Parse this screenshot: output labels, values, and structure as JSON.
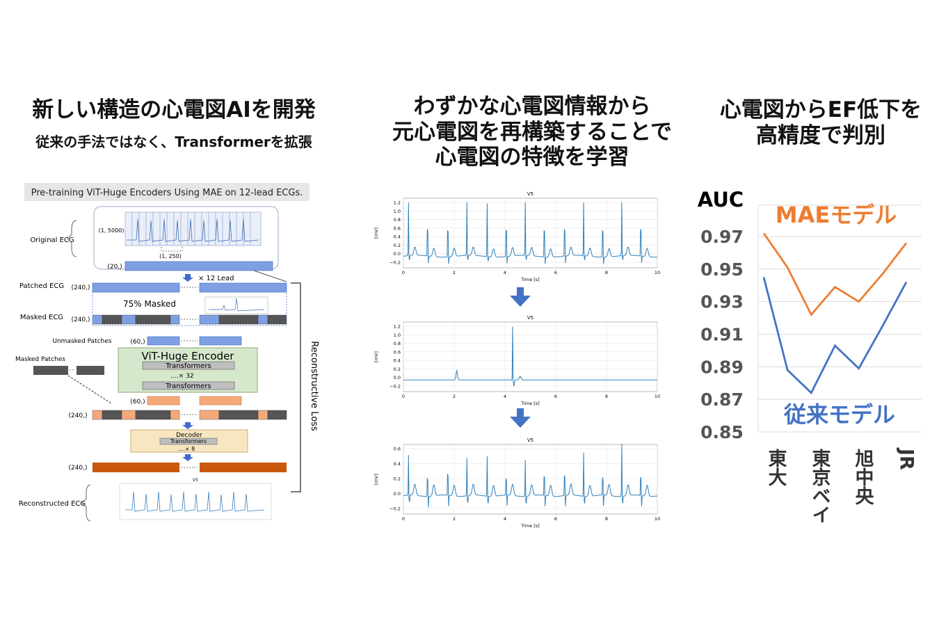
{
  "left": {
    "title": "新しい構造の心電図AIを開発",
    "subtitle": "従来の手法ではなく、Transformerを拡張",
    "diagram": {
      "header": "Pre-training ViT-Huge Encoders Using MAE on 12-lead ECGs.",
      "original_label": "Original ECG",
      "shape_1_5000": "(1, 5000)",
      "shape_1_250": "(1, 250)",
      "shape_20": "(20,)",
      "lead_note": "× 12 Lead",
      "patched_label": "Patched ECG",
      "shape_240": "(240,)",
      "masked_pct": "75% Masked",
      "masked_label": "Masked ECG",
      "unmasked_label": "Unmasked Patches",
      "shape_60": "(60,)",
      "masked_patches_label": "Masked Patches",
      "encoder_title": "ViT-Huge Encoder",
      "transformers": "Transformers",
      "times_32": "....× 32",
      "decoder": "Decoder",
      "times_8": "....× 8",
      "reconstructed_label": "Reconstructed ECG",
      "loss_label": "Reconstructive Loss",
      "v5": "V5"
    }
  },
  "middle": {
    "title_lines": [
      "わずかな心電図情報から",
      "元心電図を再構築することで",
      "心電図の特徴を学習"
    ],
    "plots": [
      {
        "title": "V5",
        "ylabel": "[mV]",
        "xlabel": "Time [s]",
        "yticks": [
          "1.2",
          "1.0",
          "0.8",
          "0.6",
          "0.4",
          "0.2",
          "0.0",
          "−0.2"
        ],
        "xticks": [
          "0",
          "2",
          "4",
          "6",
          "8",
          "10"
        ]
      },
      {
        "title": "V5",
        "ylabel": "[mV]",
        "xlabel": "Time [s]",
        "yticks": [
          "1.2",
          "1.0",
          "0.8",
          "0.6",
          "0.4",
          "0.2",
          "0.0",
          "−0.2"
        ],
        "xticks": [
          "0",
          "2",
          "4",
          "6",
          "8",
          "10"
        ]
      },
      {
        "title": "V5",
        "ylabel": "[mV]",
        "xlabel": "Time [s]",
        "yticks": [
          "0.6",
          "0.4",
          "0.2",
          "0.0",
          "−0.2"
        ],
        "xticks": [
          "0",
          "2",
          "4",
          "6",
          "8",
          "10"
        ]
      }
    ]
  },
  "right": {
    "title_lines": [
      "心電図からEF低下を",
      "高精度で判別"
    ]
  },
  "chart_data": {
    "type": "line",
    "ylabel": "AUC",
    "categories": [
      "東大",
      "東京ベイ",
      "旭中央",
      "JR"
    ],
    "x": [
      0,
      1,
      2,
      3,
      4,
      5,
      6
    ],
    "yticks": [
      "0.97",
      "0.95",
      "0.93",
      "0.91",
      "0.89",
      "0.87",
      "0.85"
    ],
    "ylim": [
      0.85,
      0.97
    ],
    "grid": true,
    "series": [
      {
        "name": "MAEモデル",
        "color": "#ED7D31",
        "values": [
          0.972,
          0.951,
          0.922,
          0.939,
          0.93,
          0.947,
          0.966
        ]
      },
      {
        "name": "従来モデル",
        "color": "#4472C4",
        "values": [
          0.945,
          0.888,
          0.874,
          0.903,
          0.889,
          0.915,
          0.942
        ]
      }
    ]
  }
}
